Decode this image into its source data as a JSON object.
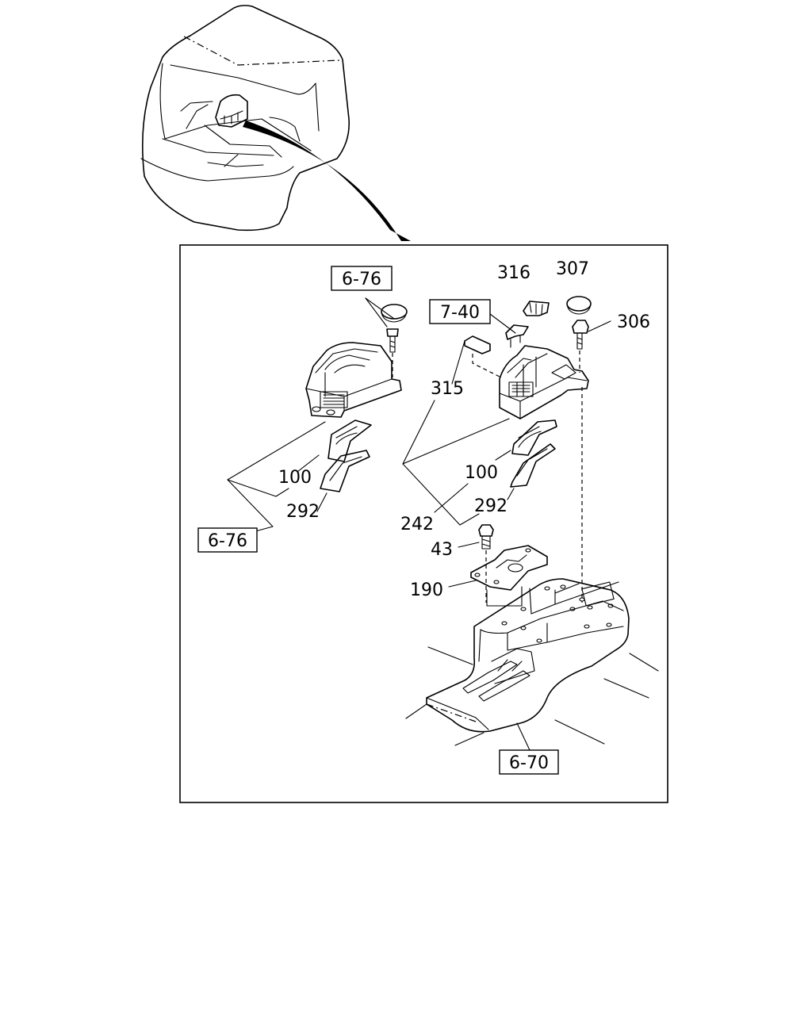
{
  "callouts": {
    "p316": "316",
    "p307": "307",
    "p306": "306",
    "p315": "315",
    "p100_left": "100",
    "p292_left": "292",
    "p100_right": "100",
    "p292_right": "292",
    "p242": "242",
    "p43": "43",
    "p190": "190"
  },
  "references": {
    "ref_6_76_top": "6-76",
    "ref_7_40": "7-40",
    "ref_6_76_bottom": "6-76",
    "ref_6_70": "6-70"
  }
}
